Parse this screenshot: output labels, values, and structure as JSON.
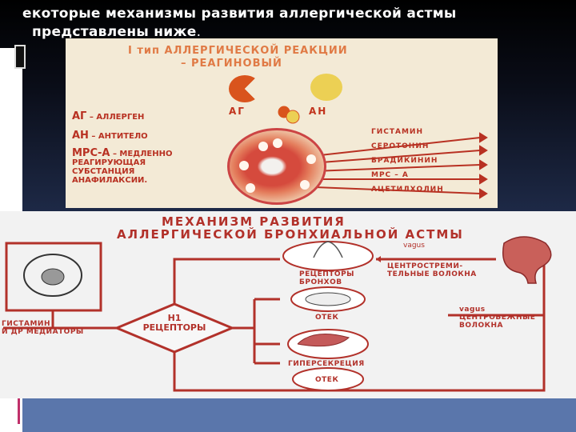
{
  "slide": {
    "title_line1": "екоторые механизмы развития аллергической астмы",
    "title_line2": "представлены ниже",
    "title_dot": "."
  },
  "top_image": {
    "heading_line1": "I тип  АЛЛЕРГИЧЕСКОЙ  РЕАКЦИИ",
    "heading_line2": "– РЕАГИНОВЫЙ",
    "label_ag": "АГ",
    "label_an": "АН",
    "legend": [
      {
        "abbr": "АГ",
        "text": " – АЛЛЕРГЕН"
      },
      {
        "abbr": "АН",
        "text": " – АНТИТЕЛО"
      },
      {
        "abbr": "МРС-А",
        "text": " – МЕДЛЕННО"
      }
    ],
    "legend_cont": [
      "РЕАГИРУЮЩАЯ",
      "СУБСТАНЦИЯ",
      "АНАФИЛАКСИИ."
    ],
    "mediators": [
      "ГИСТАМИН",
      "СЕРОТОНИН",
      "БРАДИКИНИН",
      "МРС – А",
      "АЦЕТИЛХОЛИН"
    ],
    "colors": {
      "background": "#f3ead6",
      "accent": "#b83122",
      "heading": "#e07a45"
    }
  },
  "bottom_image": {
    "heading_line1": "МЕХАНИЗМ  РАЗВИТИЯ",
    "heading_line2": "АЛЛЕРГИЧЕСКОЙ  БРОНХИАЛЬНОЙ  АСТМЫ",
    "left_label_line1": "ГИСТАМИН",
    "left_label_line2": "И ДР МЕДИАТОРЫ",
    "diamond_line1": "Н1",
    "diamond_line2": "РЕЦЕПТОРЫ",
    "vagus_top": "vagus",
    "receptors_line1": "РЕЦЕПТОРЫ",
    "receptors_line2": "БРОНХОВ",
    "afferent_line1": "ЦЕНТРОСТРЕМИ-",
    "afferent_line2": "ТЕЛЬНЫЕ ВОЛОКНА",
    "edema_1": "ОТЕК",
    "vagus_right": "vagus",
    "efferent_line1": "ЦЕНТРОБЕЖНЫЕ",
    "efferent_line2": "ВОЛОКНА",
    "hypersecretion": "ГИПЕРСЕКРЕЦИЯ",
    "edema_2": "ОТЕК",
    "colors": {
      "background": "#f2f2f2",
      "accent": "#b2312a"
    }
  }
}
